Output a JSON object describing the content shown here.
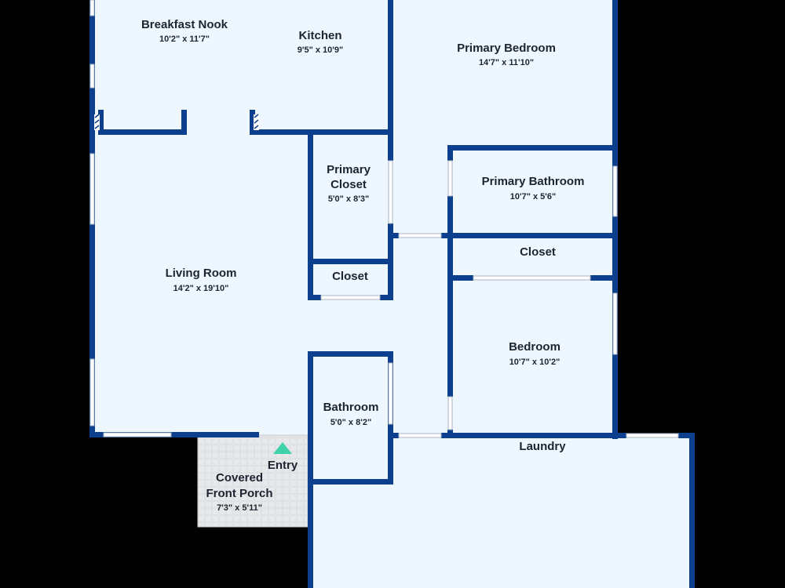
{
  "colors": {
    "background": "#000000",
    "floor": "#eef7fd",
    "wall": "#0d3f8f",
    "window": "#ffffff",
    "porch_tile": "#e6e8ea",
    "entry_marker": "#3fd1a8",
    "text": "#1c2430"
  },
  "rooms": {
    "breakfast_nook": {
      "name": "Breakfast Nook",
      "dims": "10'2\" x 11'7\""
    },
    "kitchen": {
      "name": "Kitchen",
      "dims": "9'5\" x 10'9\""
    },
    "primary_bedroom": {
      "name": "Primary Bedroom",
      "dims": "14'7\" x 11'10\""
    },
    "primary_closet": {
      "name_line1": "Primary",
      "name_line2": "Closet",
      "dims": "5'0\" x 8'3\""
    },
    "primary_bathroom": {
      "name": "Primary Bathroom",
      "dims": "10'7\" x 5'6\""
    },
    "closet_center": {
      "name": "Closet"
    },
    "closet_right": {
      "name": "Closet"
    },
    "living_room": {
      "name": "Living Room",
      "dims": "14'2\" x 19'10\""
    },
    "bedroom": {
      "name": "Bedroom",
      "dims": "10'7\" x 10'2\""
    },
    "bathroom": {
      "name": "Bathroom",
      "dims": "5'0\" x 8'2\""
    },
    "laundry": {
      "name": "Laundry"
    },
    "porch": {
      "name_line1": "Covered",
      "name_line2": "Front Porch",
      "dims": "7'3\" x 5'11\""
    }
  },
  "entry": {
    "label": "Entry",
    "icon": "triangle-up-icon"
  }
}
